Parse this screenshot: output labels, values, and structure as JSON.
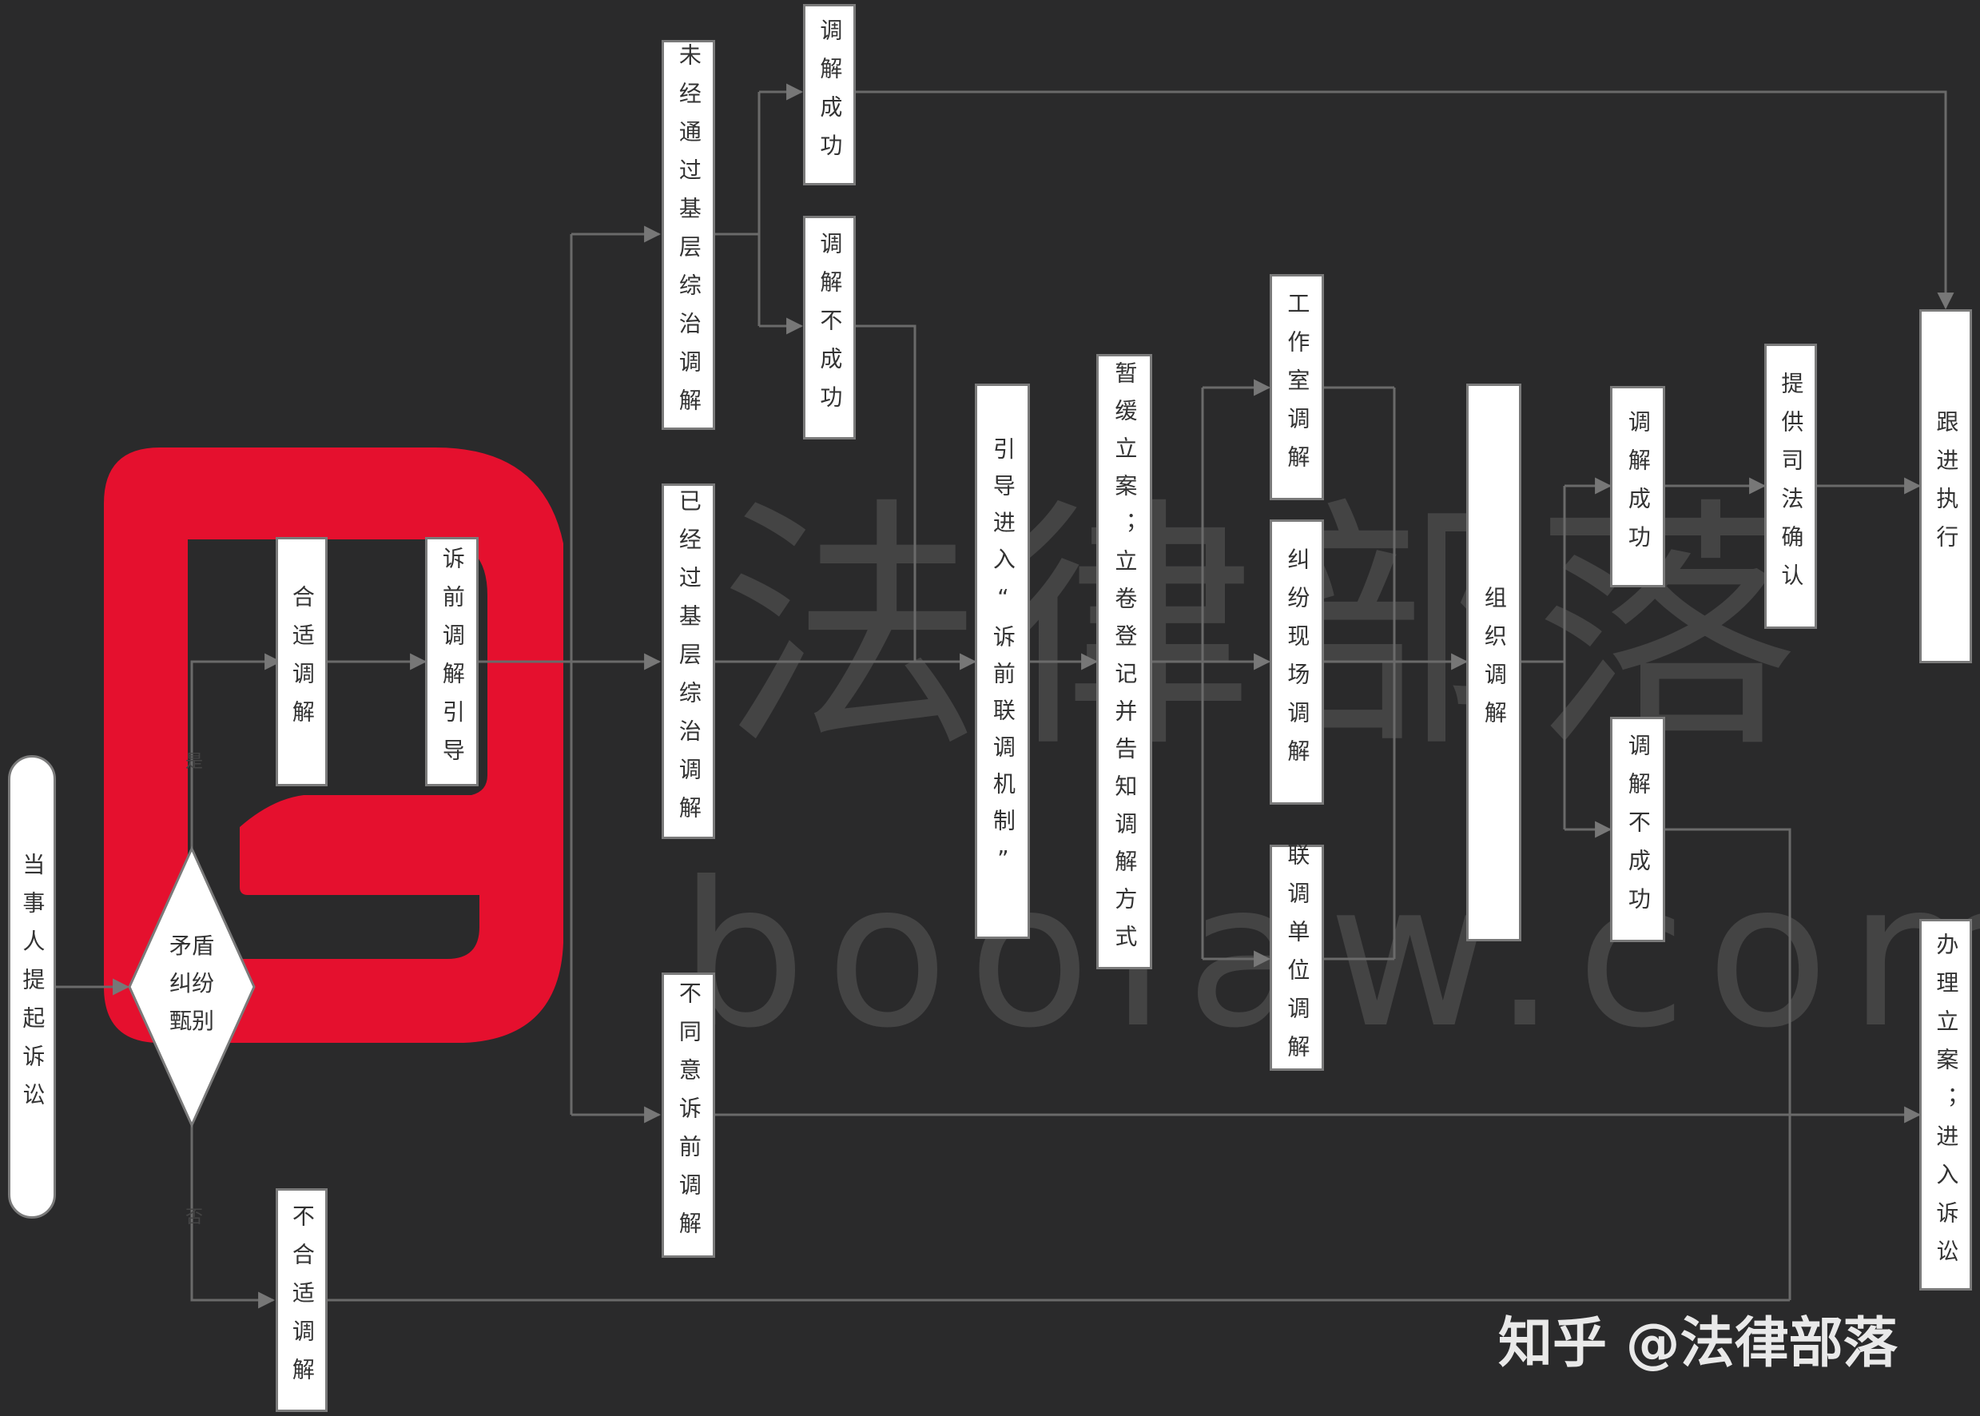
{
  "watermark": {
    "text": "法律部落",
    "url": "boolaw.com",
    "brand_color": "#e5102e"
  },
  "credit": "知乎 @法律部落",
  "nodes": {
    "party": "当事人提起诉讼",
    "diamond": "矛盾纠纷甄别",
    "suitable": "合适调解",
    "unsuitable": "不合适调解",
    "guide": "诉前调解引导",
    "not_grassroots": "未经通过基层综治调解",
    "grassroots": "已经过基层综治调解",
    "disagree": "不同意诉前调解",
    "success1": "调解成功",
    "fail1": "调解不成功",
    "mechanism": "引导进入“诉前联调机制”",
    "suspend": "暂缓立案；立卷登记并告知调解方式",
    "studio": "工作室调解",
    "onsite": "纠纷现场调解",
    "unit": "联调单位调解",
    "organize": "组织调解",
    "success2": "调解成功",
    "fail2": "调解不成功",
    "judicial": "提供司法确认",
    "follow": "跟进执行",
    "filing": "办理立案；进入诉讼"
  },
  "edge_labels": {
    "yes": "是",
    "no": "否"
  }
}
